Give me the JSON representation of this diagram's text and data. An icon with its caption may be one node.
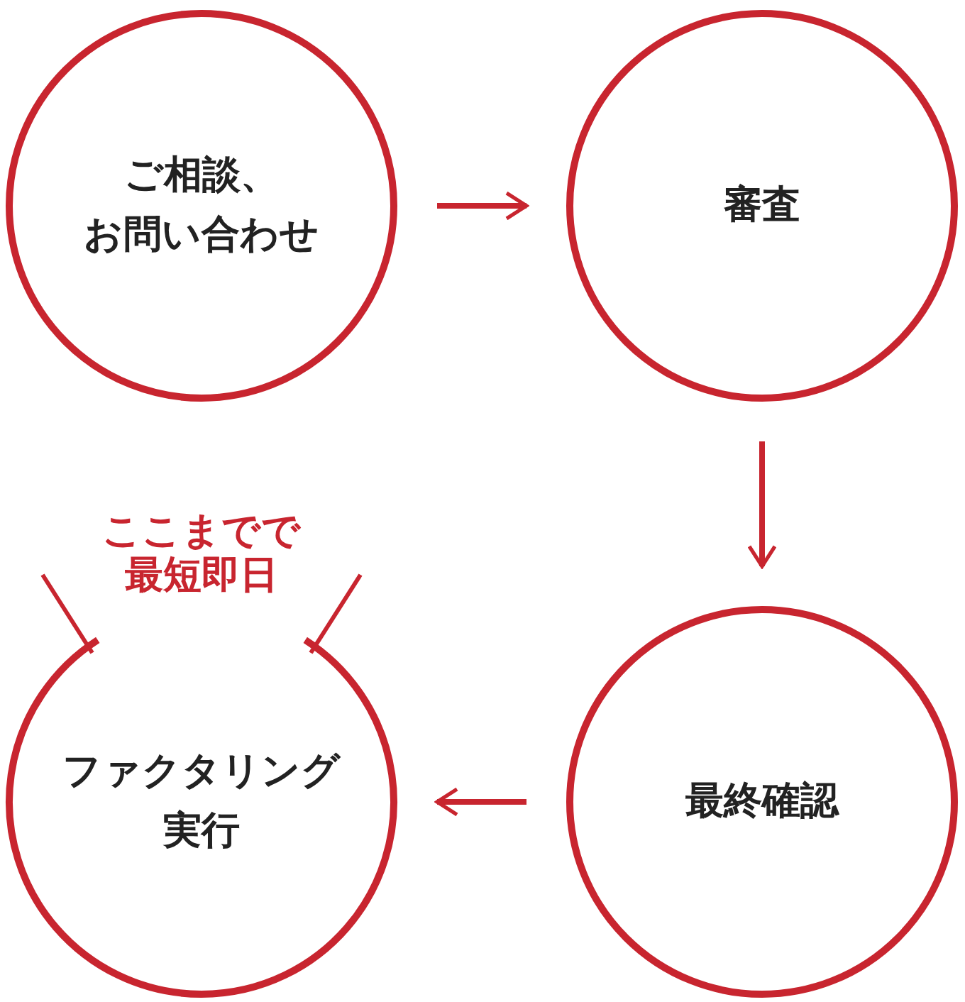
{
  "diagram": {
    "nodes": [
      {
        "text": [
          "ご相談、",
          "お問い合わせ"
        ]
      },
      {
        "text": [
          "審査"
        ]
      },
      {
        "text": [
          "最終確認"
        ]
      },
      {
        "text": [
          "ファクタリング実行"
        ],
        "beside": [
          "ここまでで最短即日"
        ]
      }
    ],
    "edges": [
      {
        "from": 0,
        "to": 1,
        "arrow": "to"
      },
      {
        "from": 1,
        "to": 2,
        "arrow": "to"
      },
      {
        "from": 2,
        "to": 3,
        "arrow": "to"
      }
    ]
  }
}
